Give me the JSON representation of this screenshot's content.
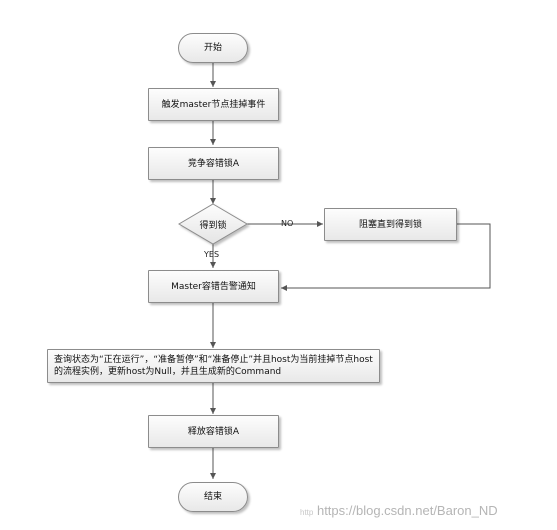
{
  "nodes": {
    "start": "开始",
    "trigger": "触发master节点挂掉事件",
    "compete": "竞争容错锁A",
    "decision": "得到锁",
    "block": "阻塞直到得到锁",
    "notify": "Master容错告警通知",
    "query": "查询状态为“正在运行”，“准备暂停”和“准备停止”并且host为当前挂掉节点host的流程实例，更新host为Null，并且生成新的Command",
    "release": "释放容错锁A",
    "end": "结束"
  },
  "edges": {
    "no": "NO",
    "yes": "YES"
  },
  "watermark": {
    "prefix": "http",
    "text": "https://blog.csdn.net/Baron_ND"
  }
}
